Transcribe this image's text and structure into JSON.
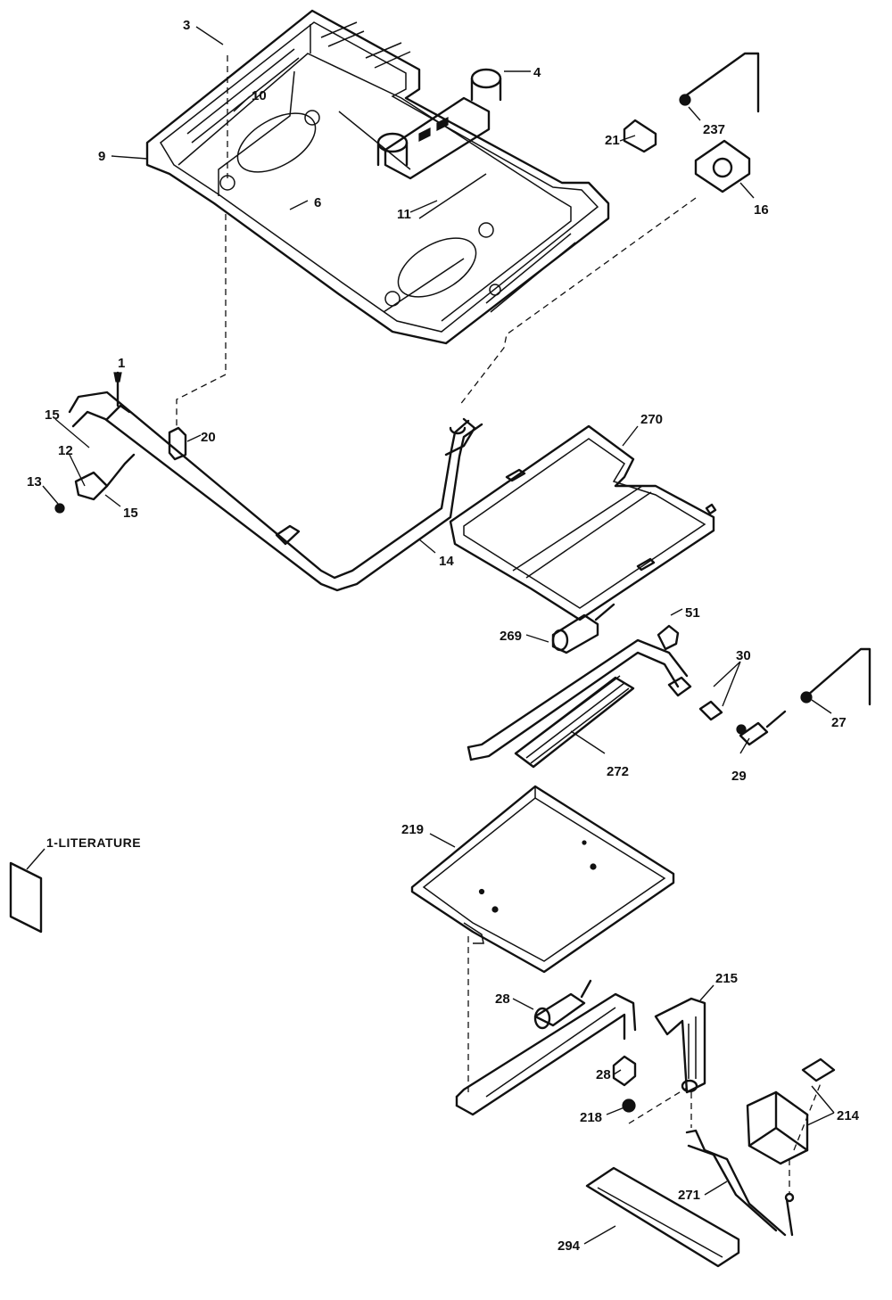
{
  "literature_label": "1-LITERATURE",
  "callouts": {
    "c3": "3",
    "c4": "4",
    "c10": "10",
    "c9": "9",
    "c6": "6",
    "c11": "11",
    "c21": "21",
    "c237": "237",
    "c16": "16",
    "c1": "1",
    "c15a": "15",
    "c12": "12",
    "c13": "13",
    "c15b": "15",
    "c20": "20",
    "c14": "14",
    "c270": "270",
    "c51": "51",
    "c269": "269",
    "c30": "30",
    "c27": "27",
    "c29": "29",
    "c272": "272",
    "c219": "219",
    "c28a": "28",
    "c215": "215",
    "c28b": "28",
    "c218": "218",
    "c214": "214",
    "c271": "271",
    "c294": "294"
  }
}
